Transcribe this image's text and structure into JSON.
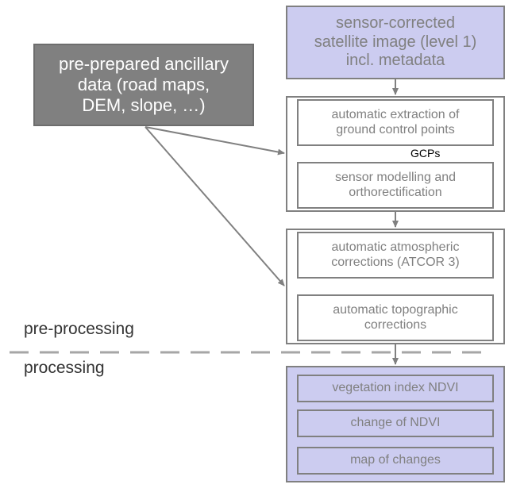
{
  "boxes": {
    "satellite_image": "sensor-corrected\nsatellite image (level 1)\nincl. metadata",
    "ancillary_data": "pre-prepared ancillary\ndata (road maps,\nDEM, slope, …)"
  },
  "geometric_group": {
    "gcp_extraction": "automatic extraction of\nground control points",
    "gcp_label": "GCPs",
    "orthorectification": "sensor modelling and\northorectification"
  },
  "radiometric_group": {
    "atmospheric": "automatic atmospheric\ncorrections (ATCOR 3)",
    "topographic": "automatic topographic\ncorrections"
  },
  "processing_group": {
    "ndvi": "vegetation index NDVI",
    "ndvi_change": "change of NDVI",
    "change_map": "map of changes"
  },
  "phases": {
    "preprocessing": "pre-processing",
    "processing": "processing"
  },
  "colors": {
    "box_fill_lavender": "#ccccf0",
    "box_fill_gray": "#808080",
    "border_gray": "#808080",
    "text_gray": "#808080",
    "divider_gray": "#a6a6a6"
  }
}
